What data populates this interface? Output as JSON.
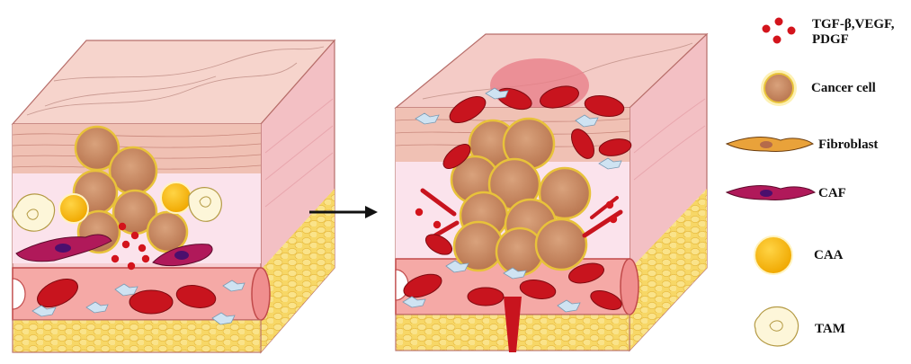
{
  "legend": {
    "items": [
      {
        "label": "TGF-β,VEGF,\nPDGF",
        "line1": "TGF-β,VEGF,",
        "line2": "PDGF",
        "icon": "growth-factor-dots-icon"
      },
      {
        "label": "Cancer cell",
        "icon": "cancer-cell-icon"
      },
      {
        "label": "Fibroblast",
        "icon": "fibroblast-icon"
      },
      {
        "label": "CAF",
        "icon": "caf-icon"
      },
      {
        "label": "CAA",
        "icon": "caa-icon"
      },
      {
        "label": "TAM",
        "icon": "tam-icon"
      }
    ]
  },
  "colors": {
    "skin_top": "#f4cfc8",
    "dermis": "#f6c6c8",
    "fat": "#f8dc6e",
    "cancer_cell": "#c98a64",
    "red_blood_cell": "#c8141e",
    "caa": "#f6b60c",
    "caf": "#b0195a",
    "arrow": "#111111"
  }
}
